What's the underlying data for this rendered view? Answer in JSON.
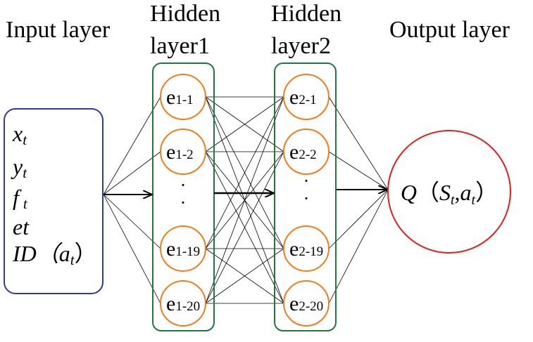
{
  "headers": {
    "input": "Input layer",
    "hidden1_line1": "Hidden",
    "hidden1_line2": "layer1",
    "hidden2_line1": "Hidden",
    "hidden2_line2": "layer2",
    "output": "Output layer"
  },
  "inputs": [
    {
      "main": "x",
      "sub": "t"
    },
    {
      "main": "y",
      "sub": "t"
    },
    {
      "main": "f",
      "sub": "t"
    },
    {
      "main": "et",
      "sub": ""
    },
    {
      "main": "ID（a",
      "sub": "t",
      "tail": "）"
    }
  ],
  "hidden1": [
    {
      "main": "e",
      "sub": "1-1"
    },
    {
      "main": "e",
      "sub": "1-2"
    },
    {
      "main": "e",
      "sub": "1-19"
    },
    {
      "main": "e",
      "sub": "1-20"
    }
  ],
  "hidden2": [
    {
      "main": "e",
      "sub": "2-1"
    },
    {
      "main": "e",
      "sub": "2-2"
    },
    {
      "main": "e",
      "sub": "2-19"
    },
    {
      "main": "e",
      "sub": "2-20"
    }
  ],
  "ellipsis": "·",
  "output": {
    "q": "Q",
    "open": "（",
    "s": "S",
    "s_sub": "t",
    "comma": ",",
    "a": "a",
    "a_sub": "t",
    "close": "）"
  },
  "colors": {
    "input_box": "#2e3a9e",
    "hidden_box": "#1e7a3a",
    "neuron": "#f07d1a",
    "output_circle": "#e0201c",
    "line": "#000000"
  }
}
